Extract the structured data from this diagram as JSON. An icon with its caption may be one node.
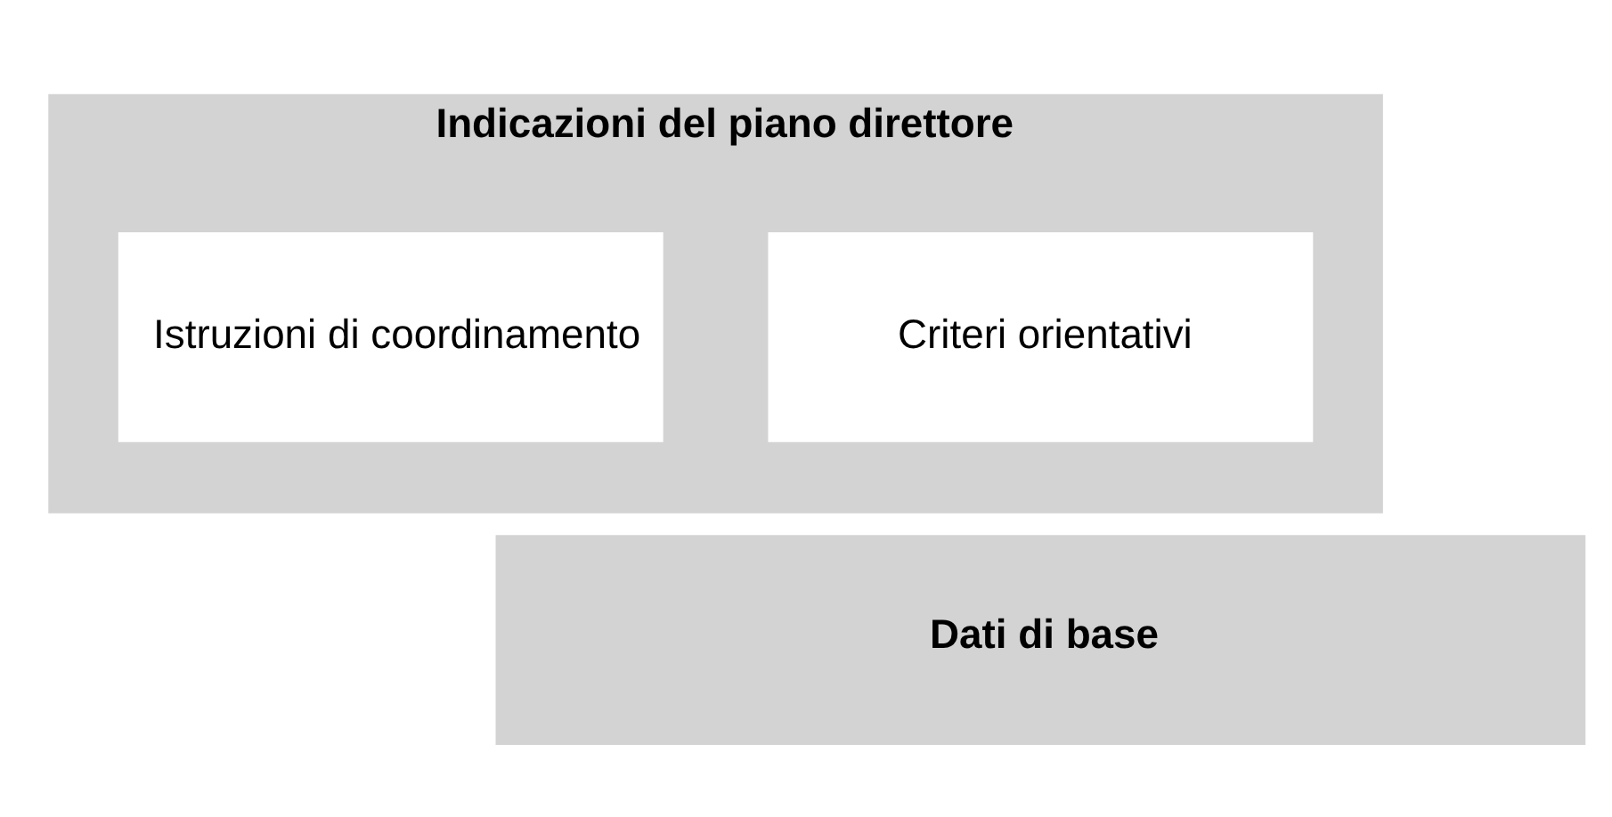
{
  "diagram": {
    "nodes": [
      {
        "text": [
          "Indicazioni del piano direttore"
        ]
      },
      {
        "text": [
          "Criteri orientativi"
        ],
        "in": 0
      },
      {
        "text": [
          "Istruzioni di coordinamento"
        ],
        "in": 0
      },
      {
        "text": [
          "Dati di base"
        ]
      }
    ]
  }
}
